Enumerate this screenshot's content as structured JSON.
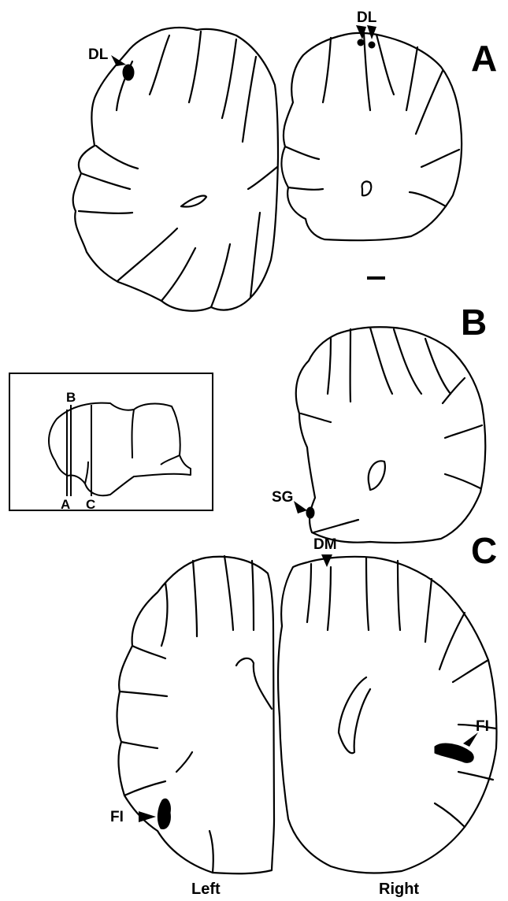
{
  "panels": {
    "a": {
      "letter": "A",
      "lesion_labels": [
        "DL",
        "DL"
      ]
    },
    "b": {
      "letter": "B",
      "lesion_labels": [
        "SG"
      ]
    },
    "c": {
      "letter": "C",
      "lesion_labels": [
        "DM",
        "FI",
        "FI"
      ]
    }
  },
  "inset": {
    "section_labels": [
      "B",
      "A",
      "C"
    ]
  },
  "sides": {
    "left": "Left",
    "right": "Right"
  },
  "colors": {
    "outline": "#000000",
    "lesion": "#000000",
    "background": "#ffffff"
  }
}
